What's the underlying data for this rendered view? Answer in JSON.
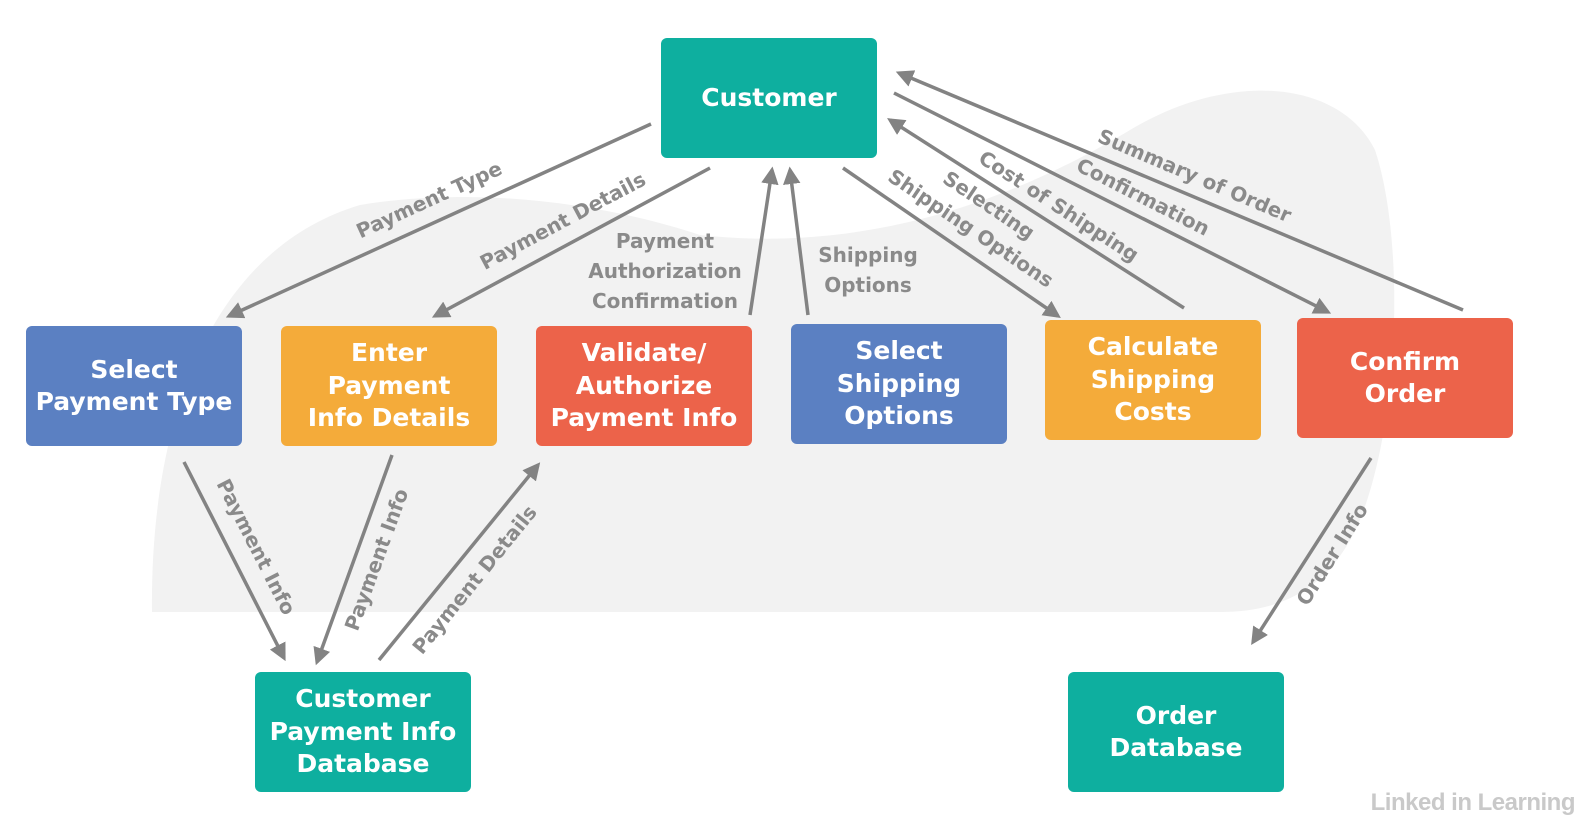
{
  "nodes": {
    "customer": "Customer",
    "select_payment_type": "Select\nPayment Type",
    "enter_payment_info": "Enter Payment\nInfo Details",
    "validate_payment": "Validate/\nAuthorize\nPayment Info",
    "select_shipping": "Select Shipping\nOptions",
    "calculate_shipping": "Calculate\nShipping\nCosts",
    "confirm_order": "Confirm\nOrder",
    "payment_db": "Customer\nPayment Info\nDatabase",
    "order_db": "Order Database"
  },
  "edges": {
    "payment_type": "Payment Type",
    "payment_details_top": "Payment Details",
    "auth_line1": "Payment",
    "auth_line2": "Authorization",
    "auth_line3": "Confirmation",
    "shipping_options_line1": "Shipping",
    "shipping_options_line2": "Options",
    "selecting_line1": "Selecting",
    "selecting_line2": "Shipping Options",
    "cost_of_shipping": "Cost of Shipping",
    "confirmation": "Confirmation",
    "summary_of_order": "Summary of Order",
    "payment_info_left": "Payment Info",
    "payment_info_mid": "Payment Info",
    "payment_details_bottom": "Payment Details",
    "order_info": "Order Info"
  },
  "colors": {
    "database_process": "#0eaf9f",
    "blue_process": "#5b80c2",
    "amber_process": "#f4ab3a",
    "red_process": "#ec634a",
    "arrow": "#838383",
    "backdrop": "#f2f2f2"
  },
  "brand": "Linked in Learning"
}
